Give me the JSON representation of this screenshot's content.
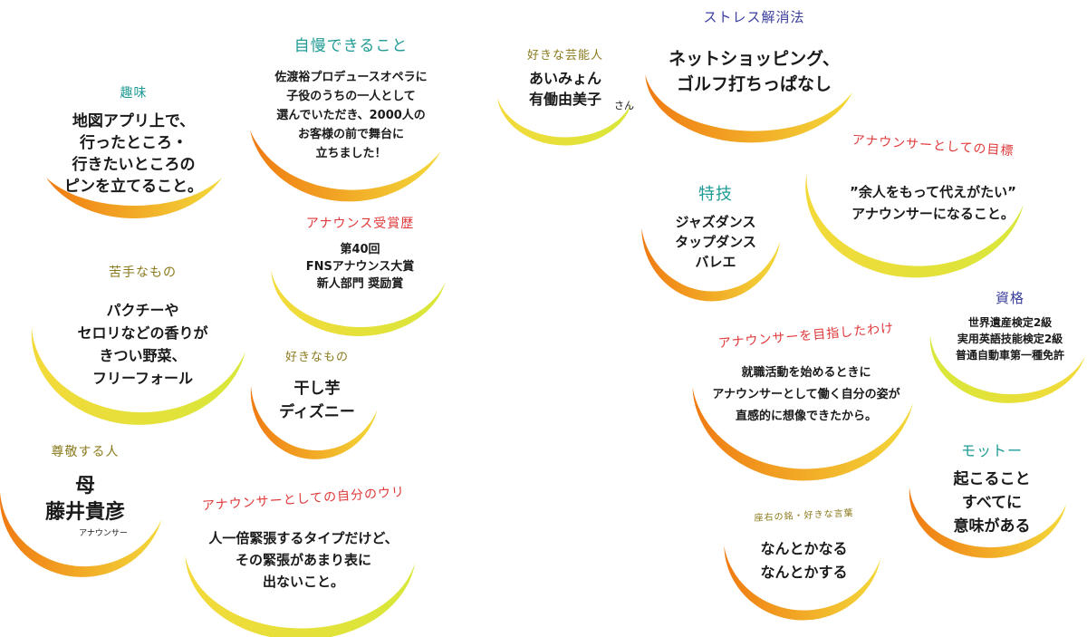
{
  "colors": {
    "title_teal": "#1f9b95",
    "title_olive": "#8a7a1c",
    "title_red": "#e0393a",
    "title_blue": "#3b3e9c",
    "arc_orange": "#f07a12",
    "arc_yellow": "#f3d93a",
    "arc_lime": "#d8e83a",
    "text": "#1a1a1a"
  },
  "items": {
    "hobby": {
      "title": "趣味",
      "body": "地図アプリ上で、\n行ったところ・\n行きたいところの\nピンを立てること。"
    },
    "proud": {
      "title": "自慢できること",
      "body": "佐渡裕プロデュースオペラに\n子役のうちの一人として\n選んでいただき、2000人の\nお客様の前で舞台に\n立ちました！"
    },
    "favorite_entertainer": {
      "title": "好きな芸能人",
      "body": "あいみょん\n有働由美子",
      "suffix": "さん"
    },
    "stress_relief": {
      "title": "ストレス解消法",
      "body": "ネットショッピング、\nゴルフ打ちっぱなし"
    },
    "award": {
      "title": "アナウンス受賞歴",
      "body": "第40回\nFNSアナウンス大賞\n新人部門 奨励賞"
    },
    "dislikes": {
      "title": "苦手なもの",
      "body": "パクチーや\nセロリなどの香りが\nきつい野菜、\nフリーフォール"
    },
    "likes": {
      "title": "好きなもの",
      "body": "干し芋\nディズニー"
    },
    "respect": {
      "title": "尊敬する人",
      "body": "母\n藤井貴彦",
      "caption": "アナウンサー"
    },
    "strength": {
      "title": "アナウンサーとしての自分のウリ",
      "body": "人一倍緊張するタイプだけど、\nその緊張があまり表に\n出ないこと。"
    },
    "skill": {
      "title": "特技",
      "body": "ジャズダンス\nタップダンス\nバレエ"
    },
    "goal": {
      "title": "アナウンサーとしての目標",
      "body": "”余人をもって代えがたい”\nアナウンサーになること。"
    },
    "license": {
      "title": "資格",
      "body": "世界遺産検定2級\n実用英語技能検定2級\n普通自動車第一種免許"
    },
    "reason": {
      "title": "アナウンサーを目指したわけ",
      "body": "就職活動を始めるときに\nアナウンサーとして働く自分の姿が\n直感的に想像できたから。"
    },
    "motto": {
      "title": "モットー",
      "body": "起こること\nすべてに\n意味がある"
    },
    "words": {
      "title": "座右の銘・好きな言葉",
      "body": "なんとかなる\nなんとかする"
    }
  }
}
